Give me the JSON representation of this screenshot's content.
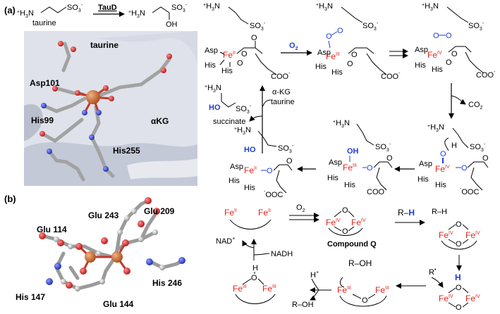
{
  "panel_a": {
    "label": "(a)",
    "taurine_text": "taurine",
    "enzyme": "TauD",
    "protein_labels": {
      "taurine": "taurine",
      "asp": "Asp101",
      "his99": "His99",
      "akg": "αKG",
      "his255": "His255"
    },
    "ligand_asp": "Asp",
    "ligand_his": "His",
    "fe_ii": "Fe",
    "fe_iii": "Fe",
    "fe_iv": "Fe",
    "sup_ii": "II",
    "sup_iii": "III",
    "sup_iv": "IV",
    "o2": "O",
    "o2_sub": "2",
    "co2": "CO",
    "co2_sub": "2",
    "akg_in": "α-KG",
    "taurine_in": "taurine",
    "succinate": "succinate",
    "coo": "COO",
    "ooc": "OOC",
    "so3": "SO",
    "so3_sub": "3",
    "h3n": "H",
    "h3n_sub": "3",
    "n": "N",
    "plus": "+",
    "minus": "-",
    "oh": "OH",
    "h": "H",
    "o": "O",
    "ho": "HO"
  },
  "panel_b": {
    "label": "(b)",
    "residues": [
      "Glu 243",
      "Glu 209",
      "Glu 114",
      "His 147",
      "Glu 144",
      "His 246"
    ],
    "compound_q": "Compound Q",
    "nad": "NAD",
    "nadh": "NADH",
    "r_h": "R–",
    "h_blue": "H",
    "r_h2": "R–H",
    "r_dot": "R",
    "r_oh": "R–OH",
    "h_plus": "H",
    "o2": "O",
    "o2_sub": "2"
  },
  "colors": {
    "iron_red": "#e3211c",
    "oxygen_blue": "#1f3fd1",
    "protein_bg": "#c9cfdc",
    "carbon_grey": "#9a9a9a",
    "iron_orange": "#c96a2a"
  }
}
